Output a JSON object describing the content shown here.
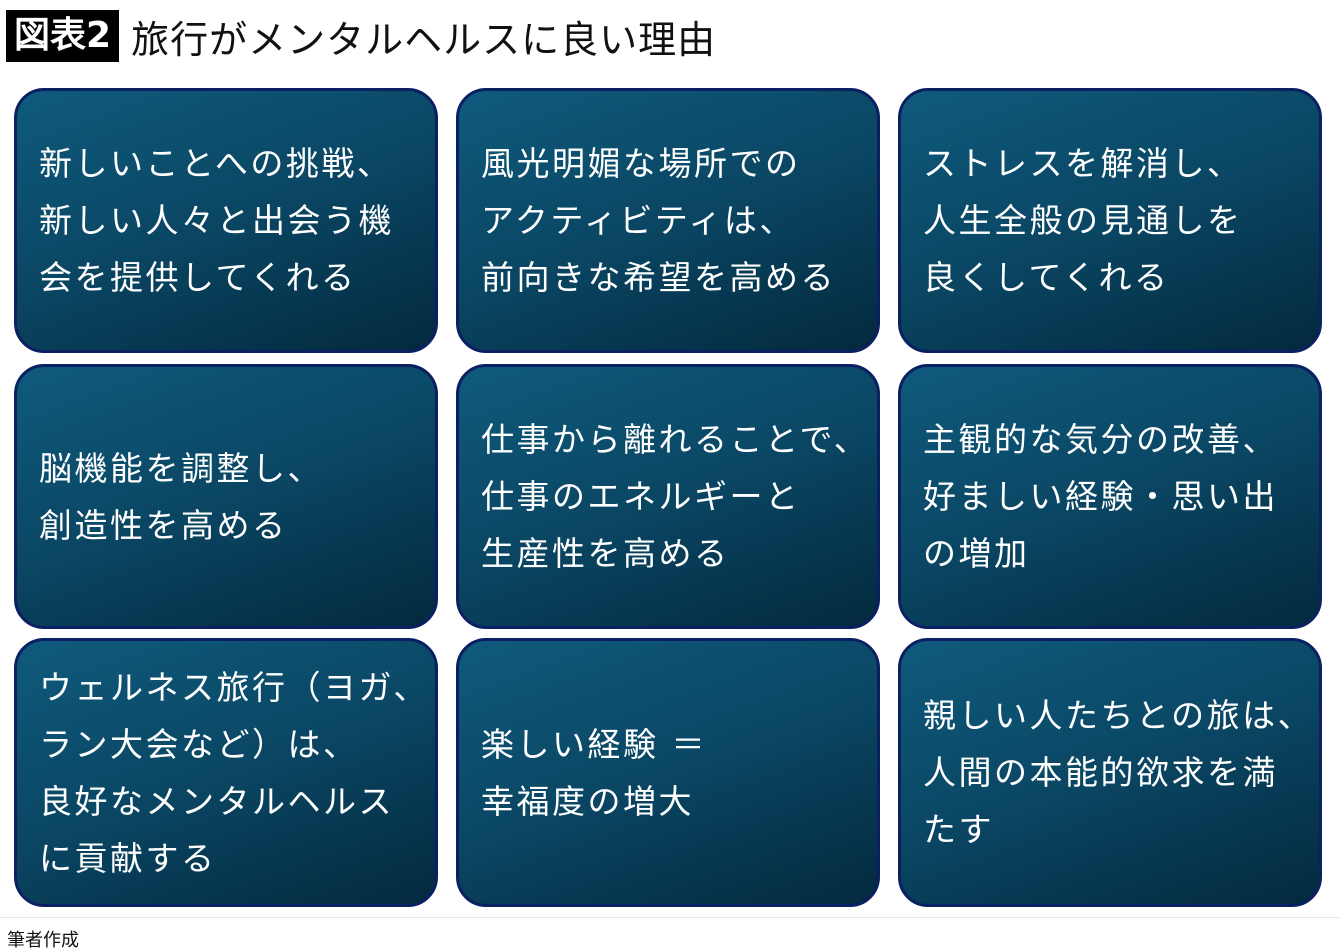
{
  "header": {
    "badge": "図表2",
    "title": "旅行がメンタルヘルスに良い理由"
  },
  "colors": {
    "card_border": "#0b2062",
    "card_top": "#0f5a7d",
    "card_bottom": "#03293d"
  },
  "cards": [
    "新しいことへの挑戦、\n新しい人々と出会う機\n会を提供してくれる",
    "風光明媚な場所での\nアクティビティは、\n前向きな希望を高める",
    "ストレスを解消し、\n人生全般の見通しを\n良くしてくれる",
    "脳機能を調整し、\n創造性を高める",
    "仕事から離れることで、\n仕事のエネルギーと\n生産性を高める",
    "主観的な気分の改善、\n好ましい経験・思い出\nの増加",
    "ウェルネス旅行（ヨガ、\nラン大会など）は、\n良好なメンタルヘルス\nに貢献する",
    "楽しい経験 ＝\n幸福度の増大",
    "親しい人たちとの旅は、\n人間の本能的欲求を満\nたす"
  ],
  "footer": {
    "source": "筆者作成"
  }
}
